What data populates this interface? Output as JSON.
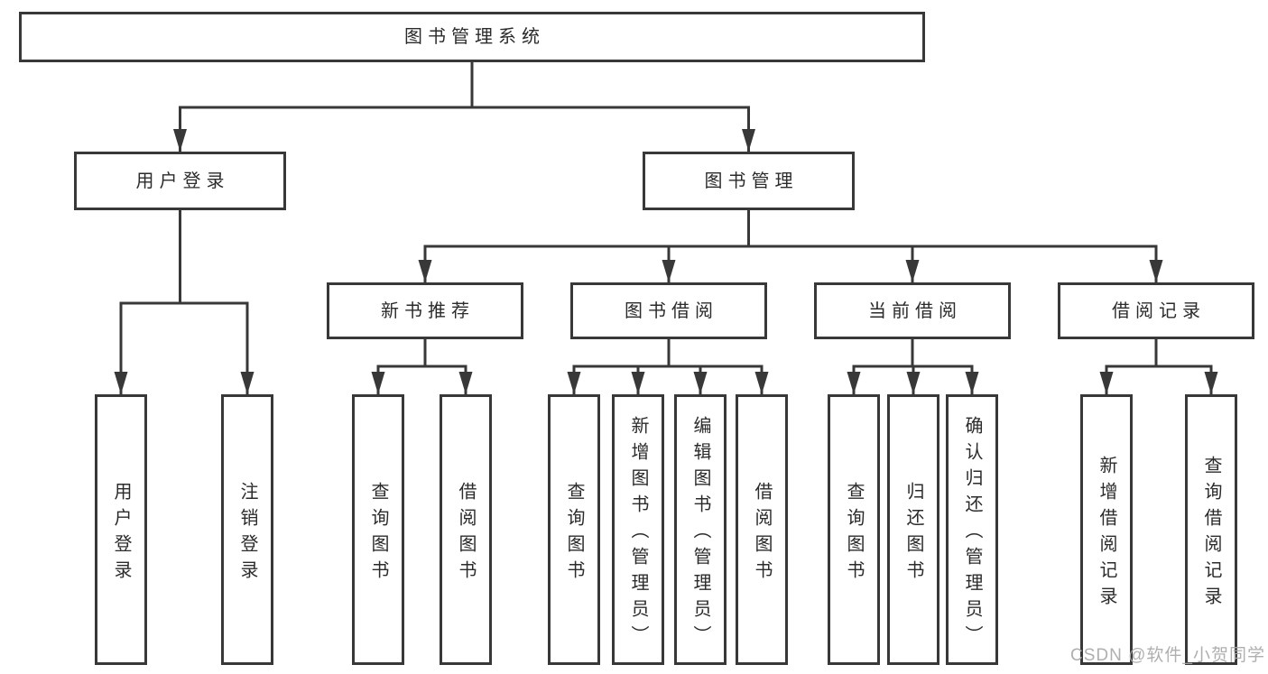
{
  "watermark": "CSDN @软件_小贺同学",
  "colors": {
    "line": "#383838",
    "text": "#2b2b2b",
    "watermark": "#a9a9a9",
    "background": "#ffffff"
  },
  "tree": {
    "root": {
      "label": "图书管理系统"
    },
    "children": [
      {
        "label": "用户登录",
        "children": [
          {
            "label": "用户登录"
          },
          {
            "label": "注销登录"
          }
        ]
      },
      {
        "label": "图书管理",
        "children": [
          {
            "label": "新书推荐",
            "children": [
              {
                "label": "查询图书"
              },
              {
                "label": "借阅图书"
              }
            ]
          },
          {
            "label": "图书借阅",
            "children": [
              {
                "label": "查询图书"
              },
              {
                "label": "新增图书（管理员）"
              },
              {
                "label": "编辑图书（管理员）"
              },
              {
                "label": "借阅图书"
              }
            ]
          },
          {
            "label": "当前借阅",
            "children": [
              {
                "label": "查询图书"
              },
              {
                "label": "归还图书"
              },
              {
                "label": "确认归还（管理员）"
              }
            ]
          },
          {
            "label": "借阅记录",
            "children": [
              {
                "label": "新增借阅记录"
              },
              {
                "label": "查询借阅记录"
              }
            ]
          }
        ]
      }
    ]
  }
}
